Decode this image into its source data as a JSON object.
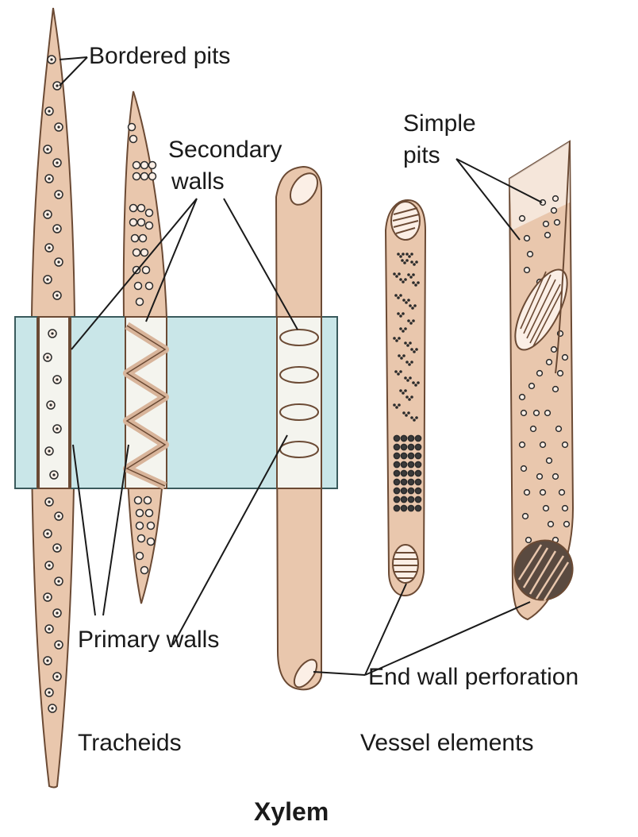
{
  "labels": {
    "bordered_pits": "Bordered pits",
    "secondary_walls_1": "Secondary",
    "secondary_walls_2": "walls",
    "simple_pits_1": "Simple",
    "simple_pits_2": "pits",
    "primary_walls": "Primary walls",
    "end_wall_perforation": "End wall perforation",
    "tracheids": "Tracheids",
    "vessel_elements": "Vessel elements"
  },
  "title": "Xylem",
  "colors": {
    "cell_fill": "#e9c7ad",
    "cell_stroke": "#6b4a34",
    "cross_section_band": "#c9e6e8",
    "band_stroke": "#3a5a5c",
    "pit_stroke": "#2b2b2b"
  }
}
